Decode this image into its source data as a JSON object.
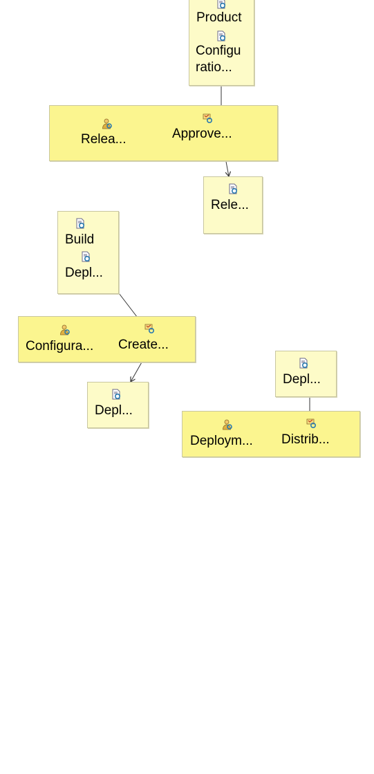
{
  "diagram": {
    "artifacts": {
      "a1_item1": "Product",
      "a1_item2_line1": "Configu",
      "a1_item2_line2": "ratio...",
      "a2": "Rele...",
      "a3_item1": "Build",
      "a3_item2": "Depl...",
      "a4": "Depl...",
      "a5": "Depl..."
    },
    "tasks": {
      "g1_role": "Relea...",
      "g1_task": "Approve...",
      "g2_role": "Configura...",
      "g2_task": "Create...",
      "g3_role": "Deploym...",
      "g3_task": "Distrib..."
    },
    "icons": {
      "artifact": "work-product-icon",
      "role": "role-icon",
      "task": "task-icon"
    },
    "colors": {
      "group_fill": "#fbf58f",
      "artifact_fill": "#fdfbc8",
      "connector": "#333333"
    }
  }
}
